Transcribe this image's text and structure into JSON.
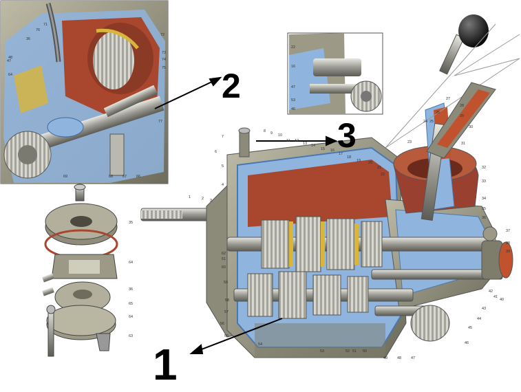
{
  "callouts": {
    "one": "1",
    "two": "2",
    "three": "3"
  },
  "colors": {
    "housing": "#9c9a86",
    "housing_dark": "#6e6c5c",
    "section_cut": "#8fb4de",
    "interior_red": "#a8462e",
    "gear_metal": "#b9b9b0",
    "gear_gold": "#d9b53a",
    "knob": "#1a1a1a",
    "arrow": "#000000"
  },
  "part_numbers": {
    "main": [
      "1",
      "2",
      "3",
      "4",
      "5",
      "6",
      "7",
      "8",
      "9",
      "10",
      "11",
      "12",
      "13",
      "14",
      "15",
      "16",
      "17",
      "18",
      "19",
      "20",
      "21",
      "22",
      "23",
      "24",
      "25",
      "26",
      "27",
      "28",
      "29",
      "30",
      "31",
      "32",
      "33",
      "34",
      "35",
      "36",
      "37",
      "38",
      "39",
      "40",
      "41",
      "42",
      "43",
      "44",
      "45",
      "46",
      "47",
      "48",
      "49",
      "50",
      "51",
      "52",
      "53",
      "54",
      "55",
      "56",
      "57",
      "58",
      "59",
      "60",
      "61",
      "62"
    ],
    "inset_2": [
      "36",
      "47",
      "48",
      "64",
      "66",
      "67",
      "68",
      "69",
      "71",
      "72",
      "73",
      "74",
      "75",
      "76",
      "77"
    ],
    "inset_3": [
      "22",
      "16",
      "47",
      "53",
      "46"
    ],
    "exploded": [
      "35",
      "64",
      "36",
      "65",
      "64",
      "63"
    ]
  }
}
